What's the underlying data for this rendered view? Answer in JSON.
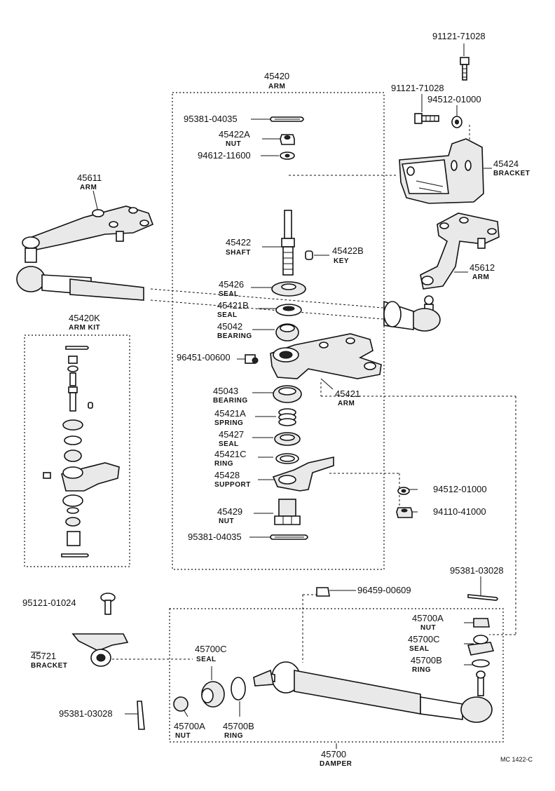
{
  "parts": {
    "p91121_71028_top": {
      "num": "91121-71028"
    },
    "p45420": {
      "num": "45420",
      "sub": "ARM"
    },
    "p91121_71028": {
      "num": "91121-71028"
    },
    "p94512_01000_top": {
      "num": "94512-01000"
    },
    "p95381_04035_top": {
      "num": "95381-04035"
    },
    "p45422A": {
      "num": "45422A",
      "sub": "NUT"
    },
    "p94612_11600": {
      "num": "94612-11600"
    },
    "p45424": {
      "num": "45424",
      "sub": "BRACKET"
    },
    "p45611": {
      "num": "45611",
      "sub": "ARM"
    },
    "p45422": {
      "num": "45422",
      "sub": "SHAFT"
    },
    "p45422B": {
      "num": "45422B",
      "sub": "KEY"
    },
    "p45612": {
      "num": "45612",
      "sub": "ARM"
    },
    "p45426": {
      "num": "45426",
      "sub": "SEAL"
    },
    "p45421B": {
      "num": "45421B",
      "sub": "SEAL"
    },
    "p45420K": {
      "num": "45420K",
      "sub": "ARM KIT"
    },
    "p45042": {
      "num": "45042",
      "sub": "BEARING"
    },
    "p96451_00600": {
      "num": "96451-00600"
    },
    "p45043": {
      "num": "45043",
      "sub": "BEARING"
    },
    "p45421": {
      "num": "45421",
      "sub": "ARM"
    },
    "p45421A": {
      "num": "45421A",
      "sub": "SPRING"
    },
    "p45427": {
      "num": "45427",
      "sub": "SEAL"
    },
    "p45421C": {
      "num": "45421C",
      "sub": "RING"
    },
    "p45428": {
      "num": "45428",
      "sub": "SUPPORT"
    },
    "p94512_01000": {
      "num": "94512-01000"
    },
    "p45429": {
      "num": "45429",
      "sub": "NUT"
    },
    "p94110_41000": {
      "num": "94110-41000"
    },
    "p95381_04035_bot": {
      "num": "95381-04035"
    },
    "p95381_03028_right": {
      "num": "95381-03028"
    },
    "p96459_00609": {
      "num": "96459-00609"
    },
    "p95121_01024": {
      "num": "95121-01024"
    },
    "p45700A_right": {
      "num": "45700A",
      "sub": "NUT"
    },
    "p45721": {
      "num": "45721",
      "sub": "BRACKET"
    },
    "p45700C_right": {
      "num": "45700C",
      "sub": "SEAL"
    },
    "p45700C_left": {
      "num": "45700C",
      "sub": "SEAL"
    },
    "p45700B_right": {
      "num": "45700B",
      "sub": "RING"
    },
    "p95381_03028_left": {
      "num": "95381-03028"
    },
    "p45700A_left": {
      "num": "45700A",
      "sub": "NUT"
    },
    "p45700B_left": {
      "num": "45700B",
      "sub": "RING"
    },
    "p45700": {
      "num": "45700",
      "sub": "DAMPER"
    }
  },
  "code": "MC 1422-C"
}
